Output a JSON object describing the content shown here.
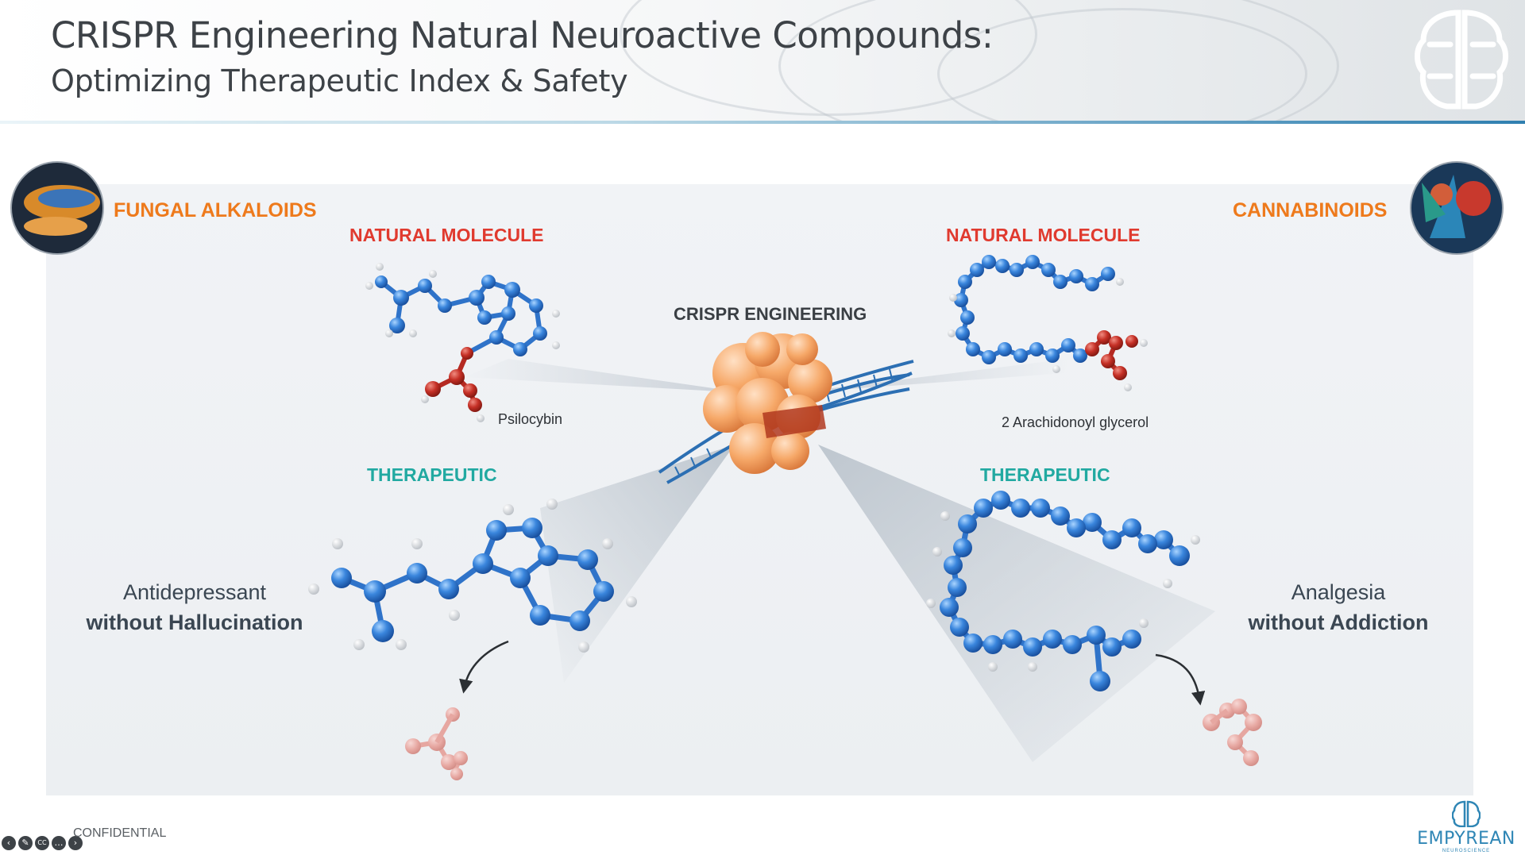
{
  "slide": {
    "title_line1": "CRISPR Engineering Natural Neuroactive Compounds:",
    "title_line2": "Optimizing Therapeutic Index & Safety"
  },
  "left": {
    "category": "FUNGAL ALKALOIDS",
    "natural_label": "NATURAL MOLECULE",
    "molecule_name": "Psilocybin",
    "therapeutic_label": "THERAPEUTIC",
    "effect_line1": "Antidepressant",
    "effect_line2": "without Hallucination"
  },
  "center": {
    "label": "CRISPR ENGINEERING"
  },
  "right": {
    "category": "CANNABINOIDS",
    "natural_label": "NATURAL MOLECULE",
    "molecule_name": "2 Arachidonoyl glycerol",
    "therapeutic_label": "THERAPEUTIC",
    "effect_line1": "Analgesia",
    "effect_line2": "without Addiction"
  },
  "footer": {
    "confidential": "CONFIDENTIAL",
    "brand": "EMPYREAN",
    "brand_sub": "NEUROSCIENCE"
  },
  "icons": {
    "left_photo": "mushroom-photo-icon",
    "right_photo": "cannabis-photo-icon",
    "header_logo": "brain-logo-icon",
    "brand_logo": "empyrean-brain-icon",
    "controls": [
      "prev-icon",
      "pen-icon",
      "captions-icon",
      "more-icon",
      "next-icon"
    ]
  },
  "colors": {
    "title": "#3d4247",
    "category": "#ee7a1c",
    "natural": "#e03a2f",
    "therapeutic": "#21a9a1",
    "atom_blue": "#2f73c9",
    "atom_red": "#b52a22",
    "crispr": "#f4a15e",
    "brand": "#2f86b5"
  }
}
